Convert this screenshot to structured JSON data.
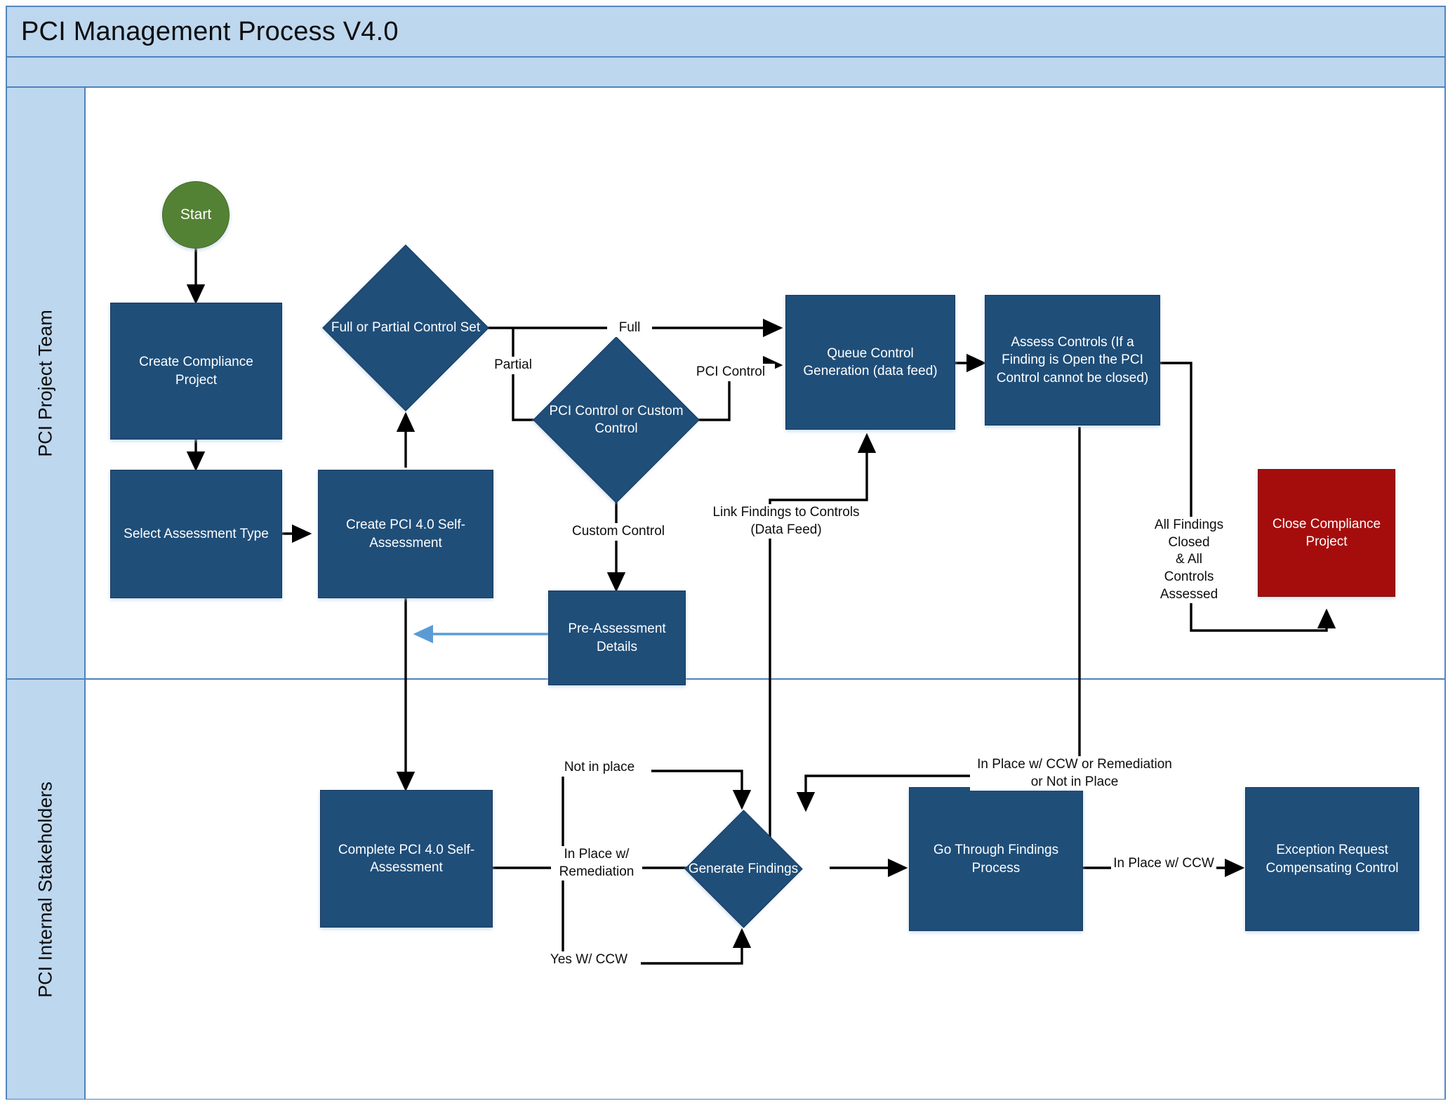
{
  "diagram": {
    "title": "PCI Management Process V4.0",
    "lanes": [
      {
        "label": "PCI Project Team"
      },
      {
        "label": "PCI Internal Stakeholders"
      }
    ],
    "colors": {
      "process_fill": "#1F4E79",
      "terminator_fill": "#548235",
      "end_fill": "#A50D0D",
      "lane_header_fill": "#BDD7EE",
      "lane_border": "#4F81BD",
      "connector": "#000000",
      "data_feed_connector": "#5B9BD5"
    },
    "nodes": [
      {
        "id": "start",
        "type": "terminator",
        "label": "Start",
        "lane": "PCI Project Team"
      },
      {
        "id": "create_project",
        "type": "process",
        "label": "Create Compliance Project",
        "lane": "PCI Project Team"
      },
      {
        "id": "select_type",
        "type": "process",
        "label": "Select Assessment Type",
        "lane": "PCI Project Team"
      },
      {
        "id": "create_sa",
        "type": "process",
        "label": "Create PCI 4.0 Self-Assessment",
        "lane": "PCI Project Team"
      },
      {
        "id": "full_or_partial",
        "type": "decision",
        "label": "Full or Partial Control Set",
        "lane": "PCI Project Team"
      },
      {
        "id": "pci_or_custom",
        "type": "decision",
        "label": "PCI Control or Custom Control",
        "lane": "PCI Project Team"
      },
      {
        "id": "pre_assessment",
        "type": "process",
        "label": "Pre-Assessment Details",
        "lane": "PCI Project Team"
      },
      {
        "id": "queue_control",
        "type": "process",
        "label": "Queue Control Generation (data feed)",
        "lane": "PCI Project Team"
      },
      {
        "id": "assess_controls",
        "type": "process",
        "label": "Assess Controls (If a Finding is Open the PCI Control cannot be closed)",
        "lane": "PCI Project Team"
      },
      {
        "id": "close_project",
        "type": "end",
        "label": "Close Compliance Project",
        "lane": "PCI Project Team"
      },
      {
        "id": "complete_sa",
        "type": "process",
        "label": "Complete PCI 4.0 Self-Assessment",
        "lane": "PCI Internal Stakeholders"
      },
      {
        "id": "generate_findings",
        "type": "decision",
        "label": "Generate Findings",
        "lane": "PCI Internal Stakeholders"
      },
      {
        "id": "findings_process",
        "type": "process",
        "label": "Go Through Findings Process",
        "lane": "PCI Internal Stakeholders"
      },
      {
        "id": "exception_request",
        "type": "process",
        "label": "Exception Request Compensating Control",
        "lane": "PCI Internal Stakeholders"
      }
    ],
    "edge_labels": {
      "full": "Full",
      "partial": "Partial",
      "pci_control": "PCI Control",
      "custom_control": "Custom Control",
      "link_findings": "Link Findings to Controls\n(Data Feed)",
      "all_findings_closed": "All Findings\nClosed\n& All\nControls\nAssessed",
      "not_in_place": "Not in place",
      "in_place_remediation": "In Place w/\nRemediation",
      "yes_w_ccw": "Yes W/ CCW",
      "in_place_ccw_or_remediation": "In Place w/ CCW or Remediation\nor Not in Place",
      "in_place_w_ccw": "In Place w/ CCW"
    }
  }
}
